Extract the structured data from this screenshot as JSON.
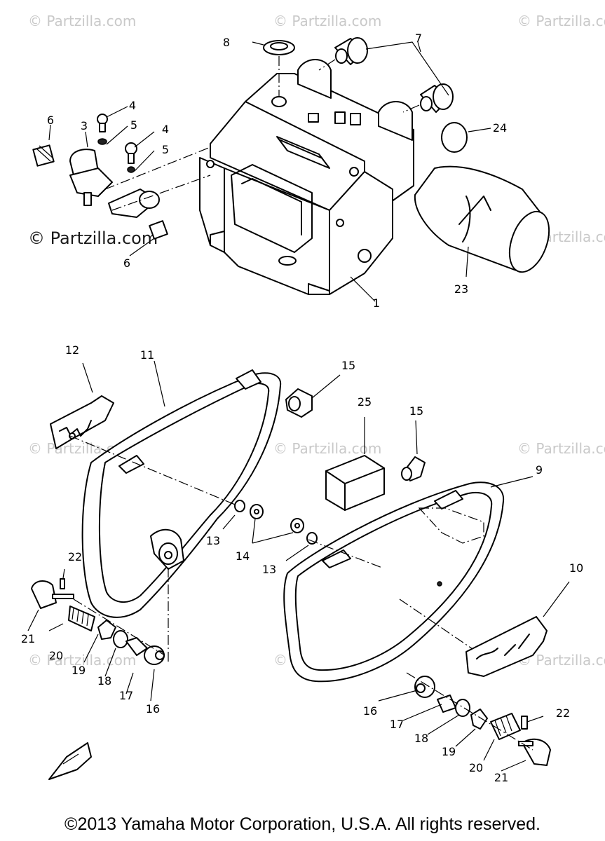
{
  "watermarks": {
    "brand": "© Partzilla.com"
  },
  "copyright": "©2013 Yamaha Motor Corporation, U.S.A. All rights reserved.",
  "callouts": {
    "p1": "1",
    "p3": "3",
    "p4a": "4",
    "p4b": "4",
    "p5a": "5",
    "p5b": "5",
    "p6a": "6",
    "p6b": "6",
    "p7": "7",
    "p8": "8",
    "p9": "9",
    "p10": "10",
    "p11": "11",
    "p12": "12",
    "p13a": "13",
    "p13b": "13",
    "p14": "14",
    "p15a": "15",
    "p15b": "15",
    "p16a": "16",
    "p16b": "16",
    "p17a": "17",
    "p17b": "17",
    "p18a": "18",
    "p18b": "18",
    "p19a": "19",
    "p19b": "19",
    "p20a": "20",
    "p20b": "20",
    "p21a": "21",
    "p21b": "21",
    "p22a": "22",
    "p22b": "22",
    "p23": "23",
    "p24": "24",
    "p25": "25"
  },
  "icons": {
    "front_arrow": "front-direction-arrow-icon"
  }
}
